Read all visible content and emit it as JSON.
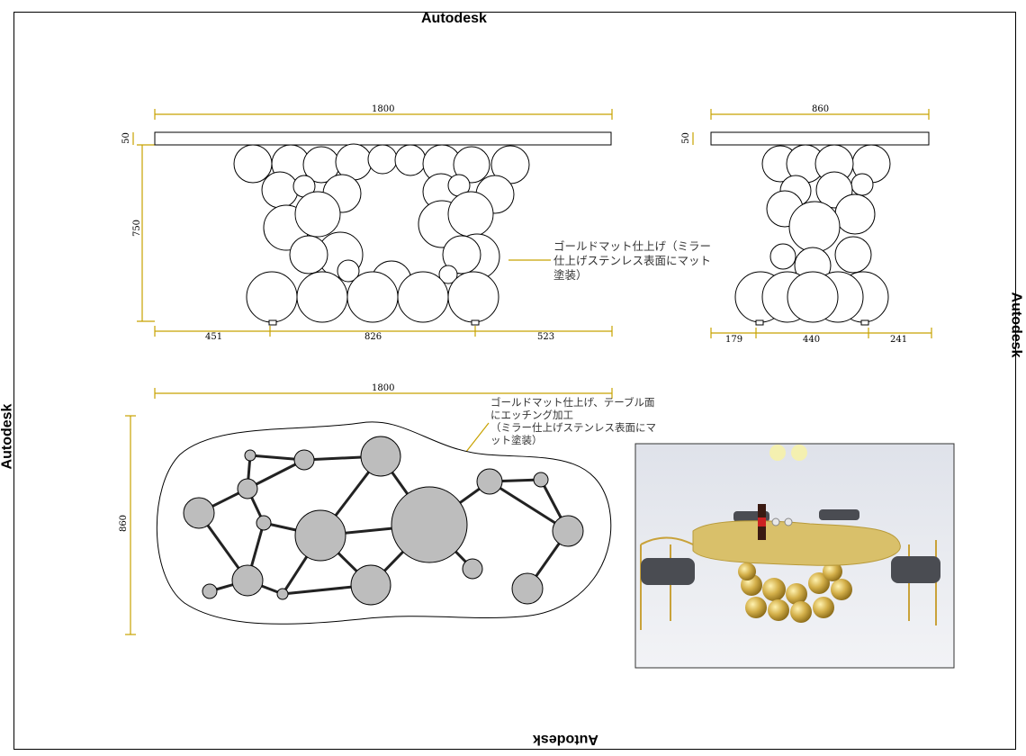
{
  "watermarks": {
    "top": "Autodesk",
    "bottom": "Autodesk",
    "left": "Autodesk",
    "right": "Autodesk"
  },
  "front_view": {
    "width": "1800",
    "top_thickness": "50",
    "height": "750",
    "bottom_dims": [
      "451",
      "826",
      "523"
    ],
    "note": [
      "ゴールドマット仕上げ（ミラー",
      "仕上げステンレス表面にマット",
      "塗装）"
    ]
  },
  "side_view": {
    "width": "860",
    "top_thickness": "50",
    "bottom_dims": [
      "179",
      "440",
      "241"
    ]
  },
  "top_view": {
    "width": "1800",
    "depth": "860",
    "note_line1": "ゴールドマット仕上げ、テーブル面",
    "note_line2": "にエッチング加工",
    "note_line3": "（ミラー仕上げステンレス表面にマ",
    "note_line4": "ット塗装）"
  },
  "colors": {
    "dimension": "#c8a200",
    "sphere_fill": "#bdbdbd",
    "gold": "#d4b04a"
  }
}
